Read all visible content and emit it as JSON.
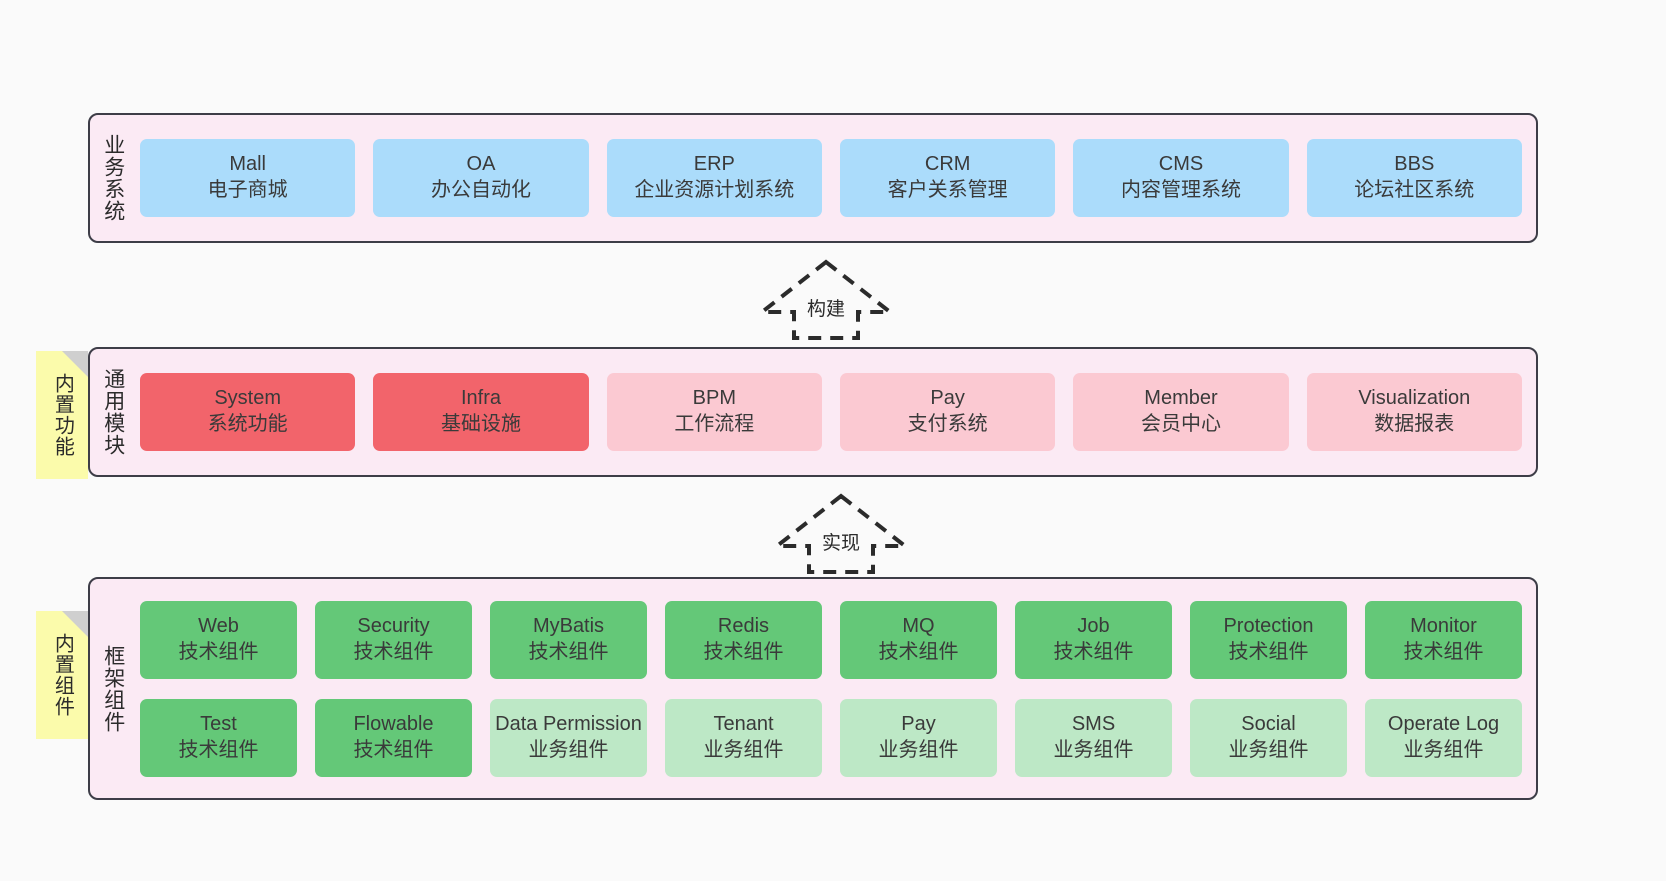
{
  "layers": [
    {
      "label": "业务系统",
      "rows": [
        [
          {
            "title": "Mall",
            "sub": "电子商城",
            "style": "c-blue"
          },
          {
            "title": "OA",
            "sub": "办公自动化",
            "style": "c-blue"
          },
          {
            "title": "ERP",
            "sub": "企业资源计划系统",
            "style": "c-blue"
          },
          {
            "title": "CRM",
            "sub": "客户关系管理",
            "style": "c-blue"
          },
          {
            "title": "CMS",
            "sub": "内容管理系统",
            "style": "c-blue"
          },
          {
            "title": "BBS",
            "sub": "论坛社区系统",
            "style": "c-blue"
          }
        ]
      ]
    },
    {
      "label": "通用模块",
      "note": "内置功能",
      "rows": [
        [
          {
            "title": "System",
            "sub": "系统功能",
            "style": "c-red"
          },
          {
            "title": "Infra",
            "sub": "基础设施",
            "style": "c-red"
          },
          {
            "title": "BPM",
            "sub": "工作流程",
            "style": "c-pink"
          },
          {
            "title": "Pay",
            "sub": "支付系统",
            "style": "c-pink"
          },
          {
            "title": "Member",
            "sub": "会员中心",
            "style": "c-pink"
          },
          {
            "title": "Visualization",
            "sub": "数据报表",
            "style": "c-pink"
          }
        ]
      ]
    },
    {
      "label": "框架组件",
      "note": "内置组件",
      "rows": [
        [
          {
            "title": "Web",
            "sub": "技术组件",
            "style": "c-green"
          },
          {
            "title": "Security",
            "sub": "技术组件",
            "style": "c-green"
          },
          {
            "title": "MyBatis",
            "sub": "技术组件",
            "style": "c-green"
          },
          {
            "title": "Redis",
            "sub": "技术组件",
            "style": "c-green"
          },
          {
            "title": "MQ",
            "sub": "技术组件",
            "style": "c-green"
          },
          {
            "title": "Job",
            "sub": "技术组件",
            "style": "c-green"
          },
          {
            "title": "Protection",
            "sub": "技术组件",
            "style": "c-green"
          },
          {
            "title": "Monitor",
            "sub": "技术组件",
            "style": "c-green"
          }
        ],
        [
          {
            "title": "Test",
            "sub": "技术组件",
            "style": "c-green"
          },
          {
            "title": "Flowable",
            "sub": "技术组件",
            "style": "c-green"
          },
          {
            "title": "Data Permission",
            "sub": "业务组件",
            "style": "c-green-light",
            "wrap": true
          },
          {
            "title": "Tenant",
            "sub": "业务组件",
            "style": "c-green-light"
          },
          {
            "title": "Pay",
            "sub": "业务组件",
            "style": "c-green-light"
          },
          {
            "title": "SMS",
            "sub": "业务组件",
            "style": "c-green-light"
          },
          {
            "title": "Social",
            "sub": "业务组件",
            "style": "c-green-light"
          },
          {
            "title": "Operate Log",
            "sub": "业务组件",
            "style": "c-green-light"
          }
        ]
      ]
    }
  ],
  "connectors": [
    {
      "label": "构建"
    },
    {
      "label": "实现"
    }
  ],
  "colors": {
    "panel_background": "#fbeaf4",
    "panel_border": "#3d3d47",
    "note_background": "#fbfbab",
    "business_card": "#abdcfb",
    "core_module_primary": "#f2646b",
    "core_module_secondary": "#fbc9d2",
    "tech_component": "#64c878",
    "business_component": "#bde8c6",
    "page_background": "#fafafa"
  }
}
